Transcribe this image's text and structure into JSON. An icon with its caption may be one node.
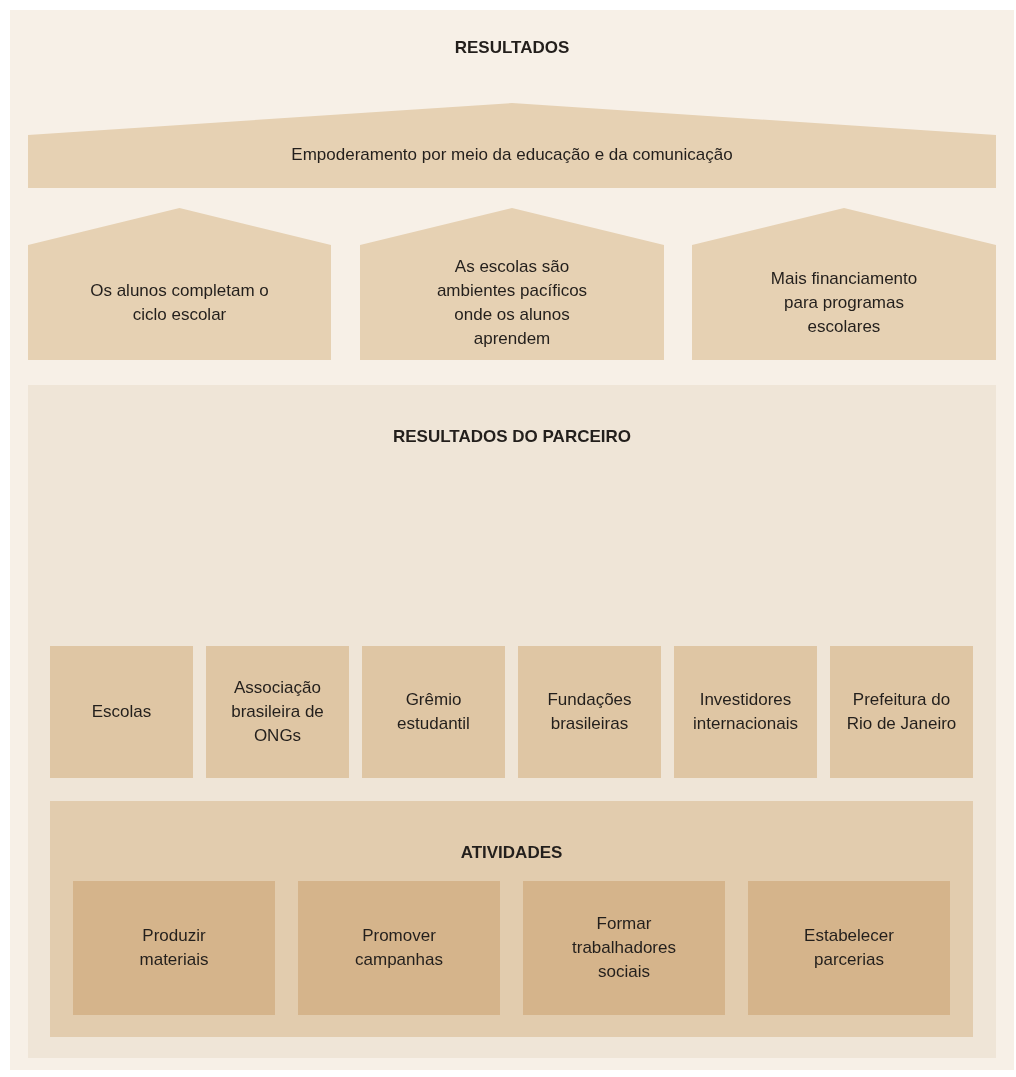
{
  "diagram": {
    "nodes": [
      {
        "text": [
          "RESULTADOS"
        ]
      },
      {
        "text": [
          "Empoderamento por meio da educação e da comunicação"
        ],
        "in": 0
      },
      {
        "text": [
          "Os alunos completam o ciclo escolar"
        ],
        "in": 0
      },
      {
        "text": [
          "As escolas são ambientes pacíficos onde os alunos aprendem"
        ],
        "in": 0
      },
      {
        "text": [
          "Mais financiamento para programas escolares"
        ],
        "in": 0
      },
      {
        "text": [
          "RESULTADOS DO PARCEIRO"
        ],
        "in": 0
      },
      {
        "text": [
          "Escolas"
        ],
        "in": 5
      },
      {
        "text": [
          "Associação brasileira de ONGs"
        ],
        "in": 5
      },
      {
        "text": [
          "Grêmio estudantil"
        ],
        "in": 5
      },
      {
        "text": [
          "Fundações brasileiras"
        ],
        "in": 5
      },
      {
        "text": [
          "Investidores internacionais"
        ],
        "in": 5
      },
      {
        "text": [
          "Prefeitura do Rio de Janeiro"
        ],
        "in": 5
      },
      {
        "text": [
          "ATIVIDADES"
        ],
        "in": 5
      },
      {
        "text": [
          "Produzir materiais"
        ],
        "in": 12
      },
      {
        "text": [
          "Promover campanhas"
        ],
        "in": 12
      },
      {
        "text": [
          "Formar trabalhadores sociais"
        ],
        "in": 12
      },
      {
        "text": [
          "Estabelecer parcerias"
        ],
        "in": 12
      }
    ]
  }
}
